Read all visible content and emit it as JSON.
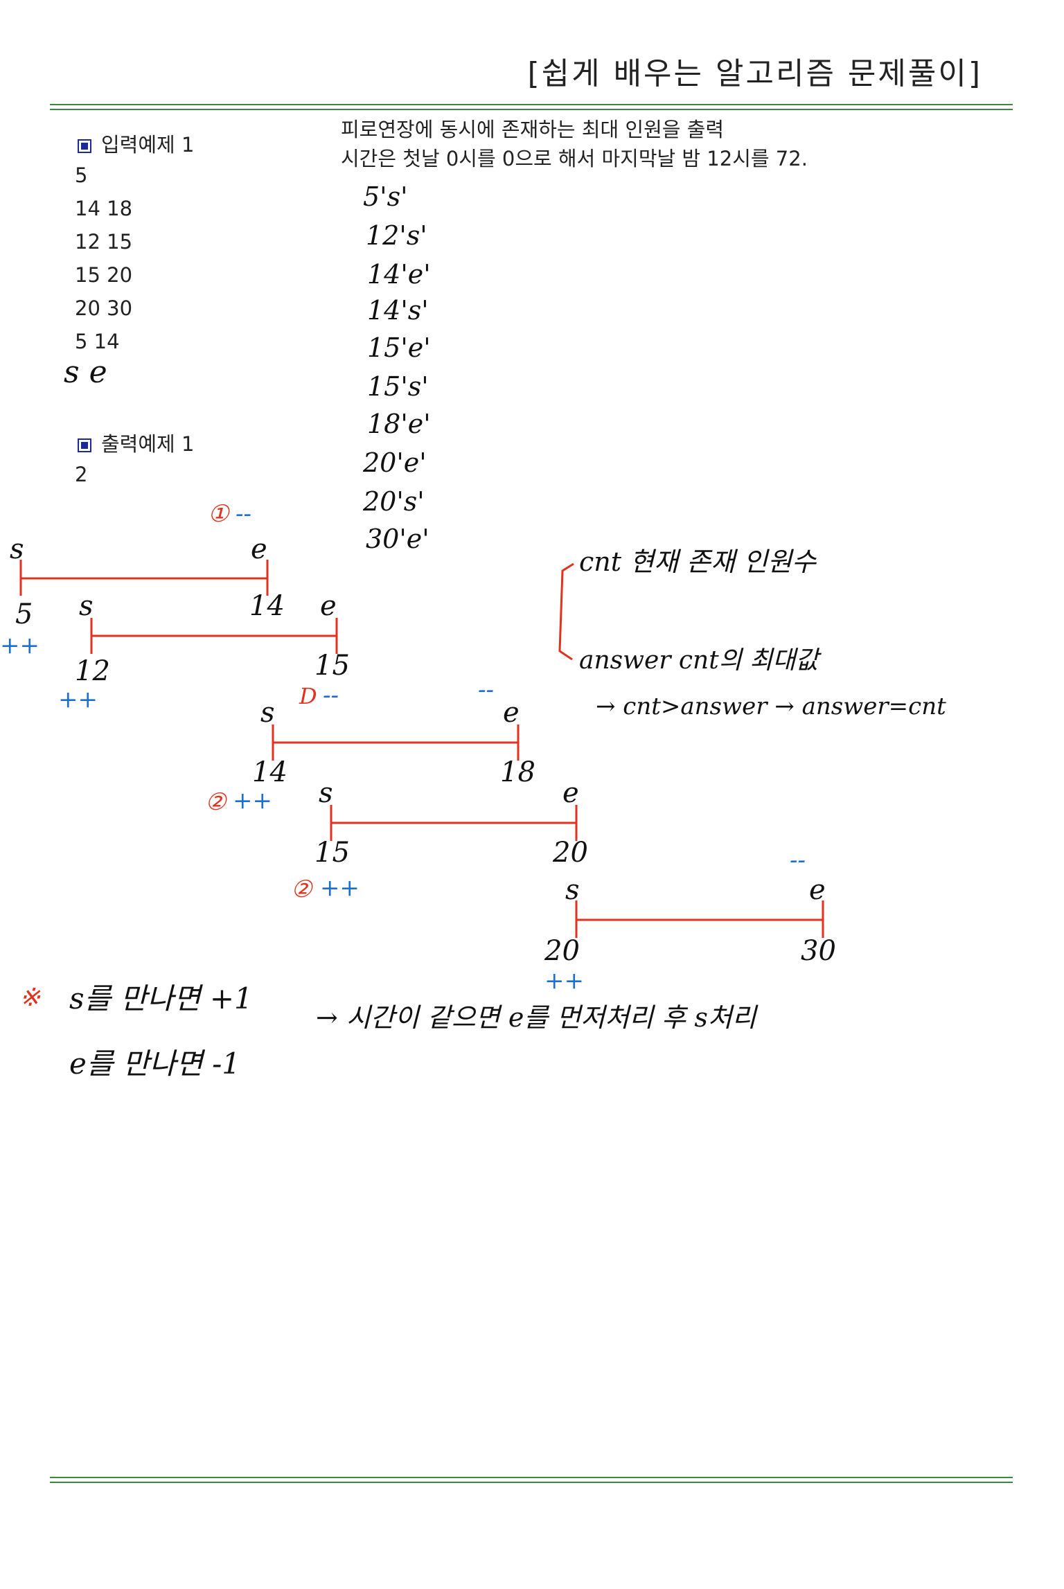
{
  "header": {
    "title": "[쉽게 배우는 알고리즘 문제풀이]"
  },
  "problem": {
    "line1": "피로연장에 동시에 존재하는 최대 인원을 출력",
    "line2": "시간은 첫날 0시를 0으로 해서 마지막날 밤 12시를 72."
  },
  "input_example": {
    "label": "입력예제 1",
    "lines": [
      "5",
      "14 18",
      "12 15",
      "15 20",
      "20 30",
      "5 14"
    ]
  },
  "output_example": {
    "label": "출력예제 1",
    "value": "2"
  },
  "notes": {
    "se": "s e",
    "sorted_events": [
      "5's'",
      "12's'",
      "14'e'",
      "14's'",
      "15'e'",
      "15's'",
      "18'e'",
      "20'e'",
      "20's'",
      "30'e'"
    ],
    "cnt_note": "cnt 현재 존재 인원수",
    "answer_note": "answer cnt의 최대값",
    "compare_note": "→ cnt>answer → answer=cnt",
    "rule_s": "s를 만나면 +1",
    "rule_e": "e를 만나면 -1",
    "same_time_note": "→ 시간이 같으면 e를 먼저처리 후 s처리"
  },
  "timeline": {
    "labels": {
      "s": "s",
      "e": "e",
      "t5": "5",
      "t14": "14",
      "t12": "12",
      "t15": "15",
      "t18": "18",
      "t20": "20",
      "t30": "30",
      "inc": "++",
      "dec": "--",
      "mark1": "①",
      "mark2": "②",
      "markD": "D",
      "star": "※"
    }
  },
  "colors": {
    "rule": "#3a8a3a",
    "red_ink": "#e0321e",
    "blue_ink": "#1a6fd6",
    "black_ink": "#111111",
    "box": "#1a2a9a"
  }
}
